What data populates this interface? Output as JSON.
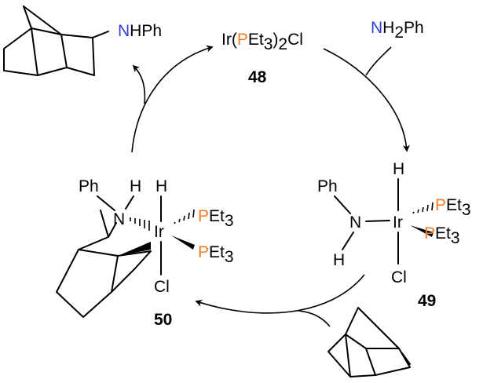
{
  "colors": {
    "bond": "#000000",
    "nitrogen": "#2F3FD0",
    "phosphorus": "#F47C20"
  },
  "catalyst": {
    "formula_main": "Ir(",
    "formula_p": "P",
    "formula_et": "Et",
    "formula_sub3": "3",
    "formula_close": ")",
    "formula_sub2": "2",
    "formula_cl": "Cl",
    "number": "48"
  },
  "reagent_amine": {
    "n": "N",
    "h": "H",
    "sub2": "2",
    "ph": "Ph"
  },
  "product": {
    "n": "N",
    "hph": "HPh"
  },
  "complex_49": {
    "ph": "Ph",
    "n": "N",
    "h_n": "H",
    "h_ir": "H",
    "ir": "Ir",
    "p1": "P",
    "et1": "Et",
    "sub1": "3",
    "p2": "P",
    "et2": "Et",
    "sub2": "3",
    "cl": "Cl",
    "number": "49"
  },
  "complex_50": {
    "ph": "Ph",
    "h_n": "H",
    "n": "N",
    "h_ir": "H",
    "ir": "Ir",
    "p1": "P",
    "et1": "Et",
    "sub1": "3",
    "p2": "P",
    "et2": "Et",
    "sub2": "3",
    "cl": "Cl",
    "number": "50"
  }
}
